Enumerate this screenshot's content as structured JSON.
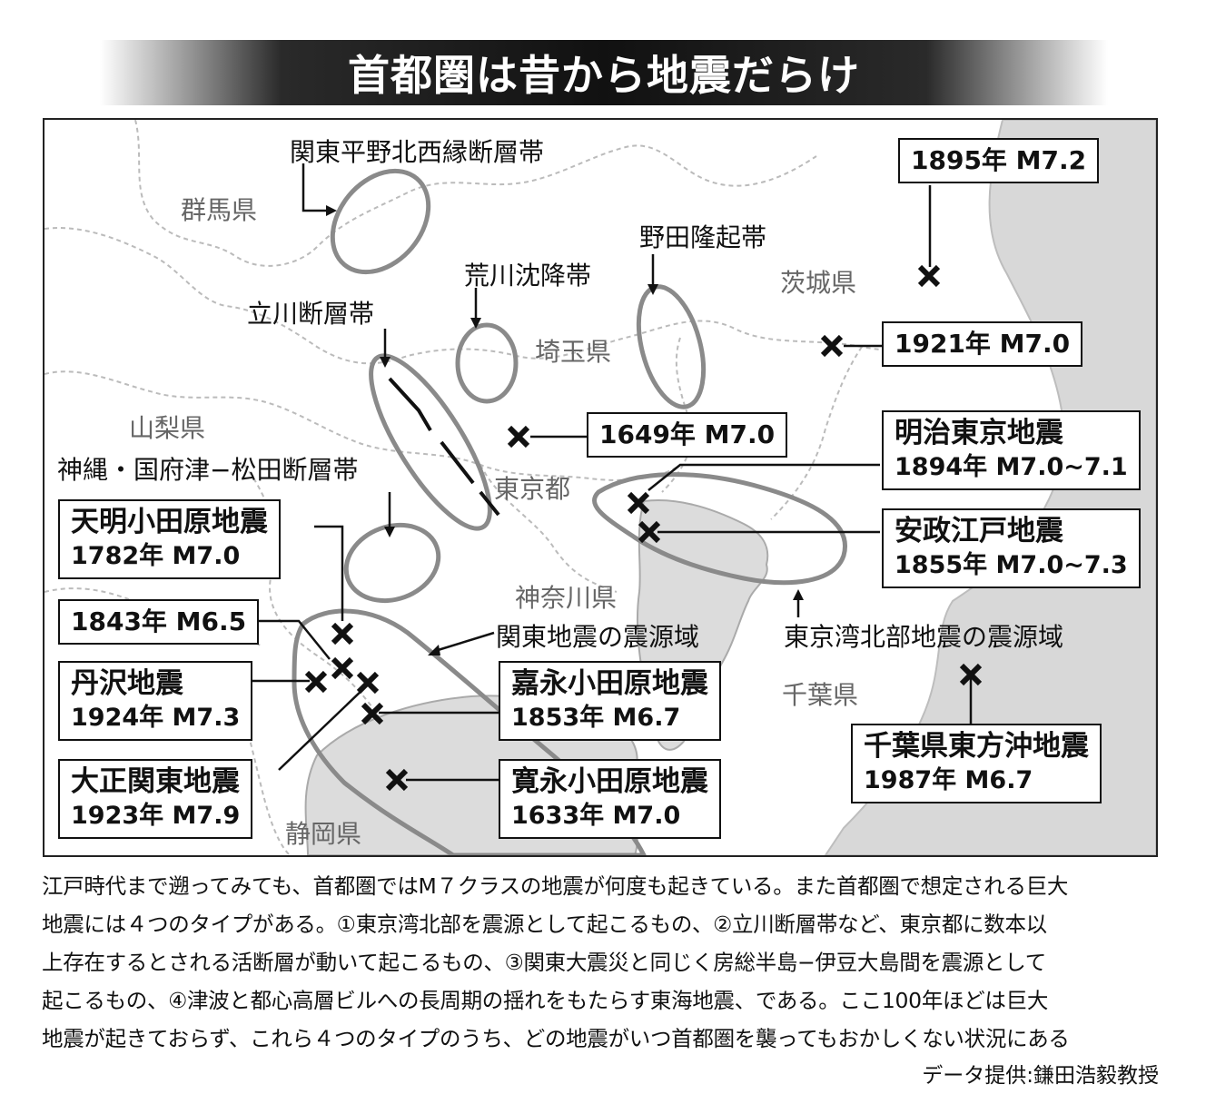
{
  "title": "首都圏は昔から地震だらけ",
  "prefectures": {
    "gunma": "群馬県",
    "ibaraki": "茨城県",
    "saitama": "埼玉県",
    "yamanashi": "山梨県",
    "tokyo": "東京都",
    "kanagawa": "神奈川県",
    "chiba": "千葉県",
    "shizuoka": "静岡県"
  },
  "features": {
    "kanto_nw_fault": "関東平野北西縁断層帯",
    "noda_uplift": "野田隆起帯",
    "arakawa_subsidence": "荒川沈降帯",
    "tachikawa_fault": "立川断層帯",
    "kannawa_fault": "神縄・国府津−松田断層帯",
    "kanto_quake_zone": "関東地震の震源域",
    "tokyo_bay_zone": "東京湾北部地震の震源域"
  },
  "earthquakes": {
    "e1895": "1895年 M7.2",
    "e1921": "1921年 M7.0",
    "e1649": "1649年 M7.0",
    "meiji": {
      "name": "明治東京地震",
      "mag": "1894年 M7.0~7.1"
    },
    "ansei": {
      "name": "安政江戸地震",
      "mag": "1855年 M7.0~7.3"
    },
    "tenmei": {
      "name": "天明小田原地震",
      "mag": "1782年 M7.0"
    },
    "e1843": "1843年 M6.5",
    "tanzawa": {
      "name": "丹沢地震",
      "mag": "1924年 M7.3"
    },
    "taisho": {
      "name": "大正関東地震",
      "mag": "1923年 M7.9"
    },
    "kaei": {
      "name": "嘉永小田原地震",
      "mag": "1853年 M6.7"
    },
    "kanei": {
      "name": "寛永小田原地震",
      "mag": "1633年 M7.0"
    },
    "chiba_east": {
      "name": "千葉県東方沖地震",
      "mag": "1987年 M6.7"
    }
  },
  "caption": [
    "江戸時代まで遡ってみても、首都圏ではM７クラスの地震が何度も起きている。また首都圏で想定される巨大",
    "地震には４つのタイプがある。①東京湾北部を震源として起こるもの、②立川断層帯など、東京都に数本以",
    "上存在するとされる活断層が動いて起こるもの、③関東大震災と同じく房総半島−伊豆大島間を震源として",
    "起こるもの、④津波と都心高層ビルへの長周期の揺れをもたらす東海地震、である。ここ100年ほどは巨大",
    "地震が起きておらず、これら４つのタイプのうち、どの地震がいつ首都圏を襲ってもおかしくない状況にある"
  ],
  "credit": "データ提供:鎌田浩毅教授"
}
